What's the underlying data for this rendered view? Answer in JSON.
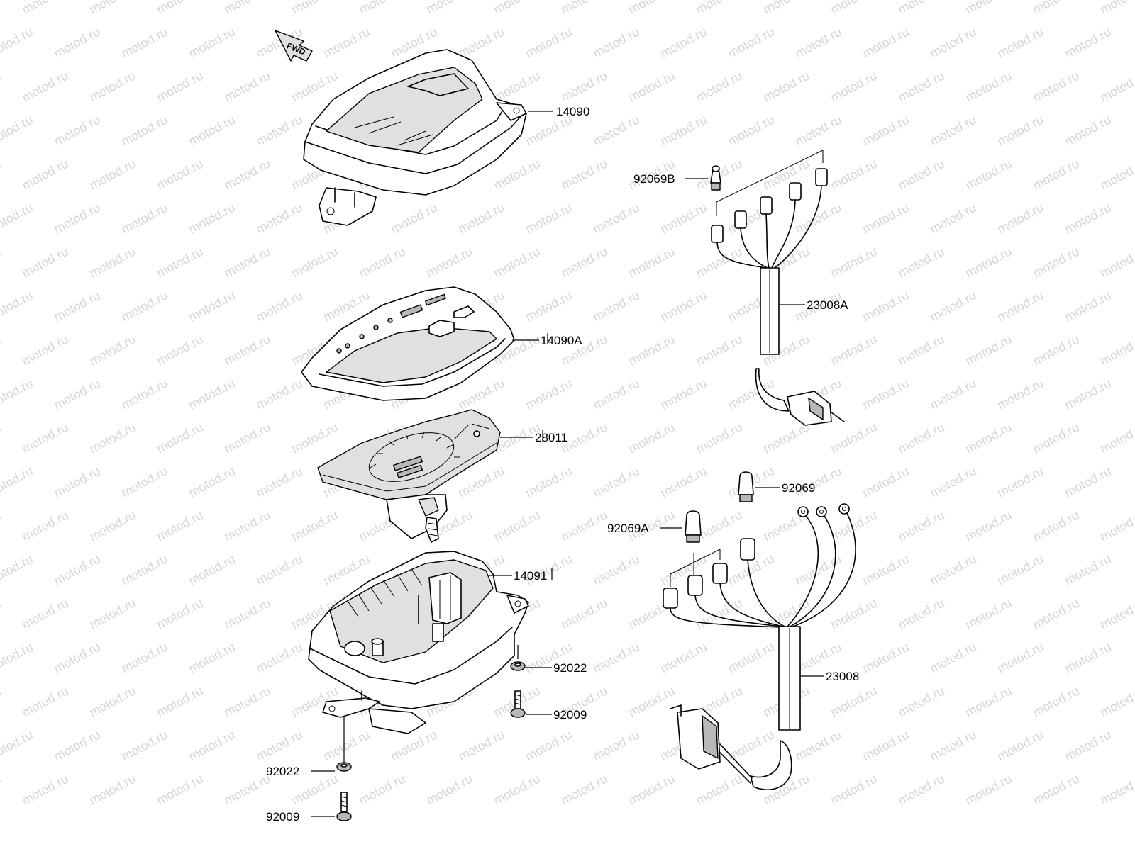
{
  "fwd_label": "FWD",
  "watermark": {
    "text": "motod.ru"
  },
  "parts": [
    {
      "id": "14090",
      "label": "14090"
    },
    {
      "id": "14090A",
      "label": "14090A"
    },
    {
      "id": "28011",
      "label": "28011"
    },
    {
      "id": "14091",
      "label": "14091"
    },
    {
      "id": "92022a",
      "label": "92022"
    },
    {
      "id": "92009a",
      "label": "92009"
    },
    {
      "id": "92022b",
      "label": "92022"
    },
    {
      "id": "92009b",
      "label": "92009"
    },
    {
      "id": "92069B",
      "label": "92069B"
    },
    {
      "id": "23008A",
      "label": "23008A"
    },
    {
      "id": "92069",
      "label": "92069"
    },
    {
      "id": "92069A",
      "label": "92069A"
    },
    {
      "id": "23008",
      "label": "23008"
    }
  ]
}
